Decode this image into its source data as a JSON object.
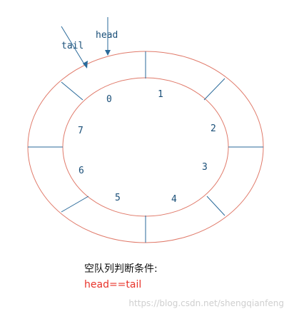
{
  "diagram": {
    "title": "",
    "pointers": {
      "head": "head",
      "tail": "tail"
    },
    "slots": [
      "0",
      "1",
      "2",
      "3",
      "4",
      "5",
      "6",
      "7"
    ],
    "colors": {
      "ring": "#e07a6a",
      "divider": "#2a6a9a",
      "label": "#1a4f78",
      "condition": "#e8332a"
    }
  },
  "caption": {
    "text": "空队列判断条件:",
    "condition": "head==tail"
  },
  "watermark": "https://blog.csdn.net/shengqianfeng"
}
